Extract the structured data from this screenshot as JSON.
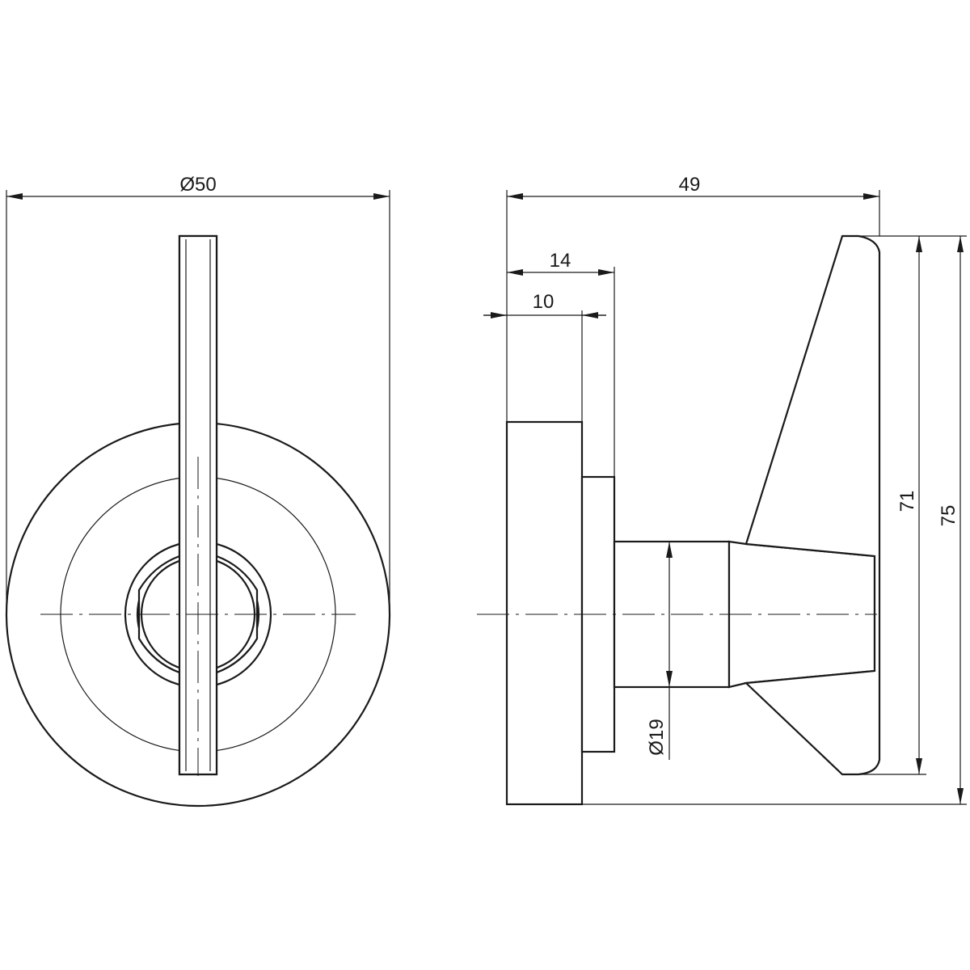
{
  "drawing": {
    "front_view": {
      "diameter_label": "Ø50"
    },
    "side_view": {
      "depth_label": "49",
      "step_label": "14",
      "flange_label": "10",
      "shaft_diameter_label": "Ø19",
      "handle_height_label": "71",
      "total_height_label": "75"
    }
  }
}
